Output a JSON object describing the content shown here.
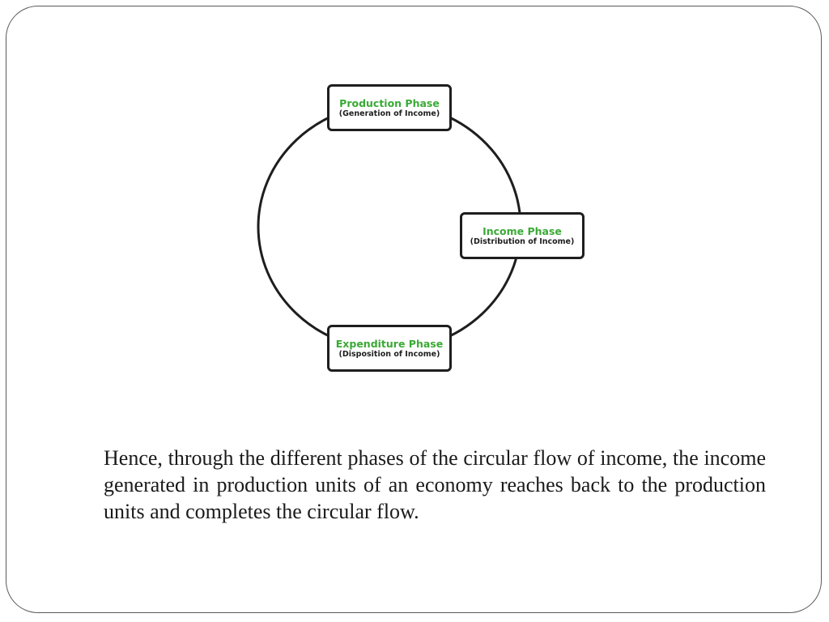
{
  "colors": {
    "accent": "#3aaa35",
    "outline": "#1e1e1e",
    "text": "#1a1a1a"
  },
  "diagram": {
    "nodes": [
      {
        "id": "production",
        "title": "Production Phase",
        "subtitle": "(Generation of Income)"
      },
      {
        "id": "income",
        "title": "Income Phase",
        "subtitle": "(Distribution of Income)"
      },
      {
        "id": "expenditure",
        "title": "Expenditure Phase",
        "subtitle": "(Disposition of Income)"
      }
    ]
  },
  "body_text": "Hence, through the different phases of the circular flow of income, the income generated in production units of an economy reaches back to the production units and completes the circular flow."
}
